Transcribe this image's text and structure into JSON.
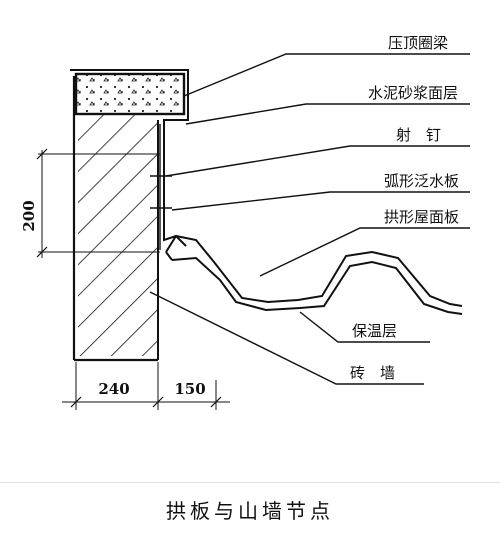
{
  "labels": {
    "ring_beam": "压顶圈梁",
    "mortar_layer": "水泥砂浆面层",
    "nail": "射　钉",
    "flashing": "弧形泛水板",
    "roof_panel": "拱形屋面板",
    "insulation": "保温层",
    "brick_wall": "砖　墙"
  },
  "dimensions": {
    "height": "200",
    "wall_width": "240",
    "offset": "150"
  },
  "caption": "拱板与山墙节点"
}
